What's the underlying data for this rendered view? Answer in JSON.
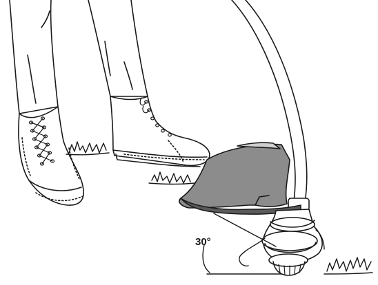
{
  "diagram": {
    "angle_label": "30°",
    "colors": {
      "line": "#1a1a1a",
      "guard_fill": "#8c8c8c",
      "guard_dark": "#5a5a5a",
      "boot_fill": "#ffffff",
      "background": "#ffffff"
    },
    "parts": [
      "left-leg",
      "right-leg",
      "left-boot",
      "right-boot",
      "grass-tufts",
      "trimmer-shaft",
      "trimmer-guard",
      "trimmer-head",
      "cutting-line",
      "angle-indicator"
    ]
  }
}
